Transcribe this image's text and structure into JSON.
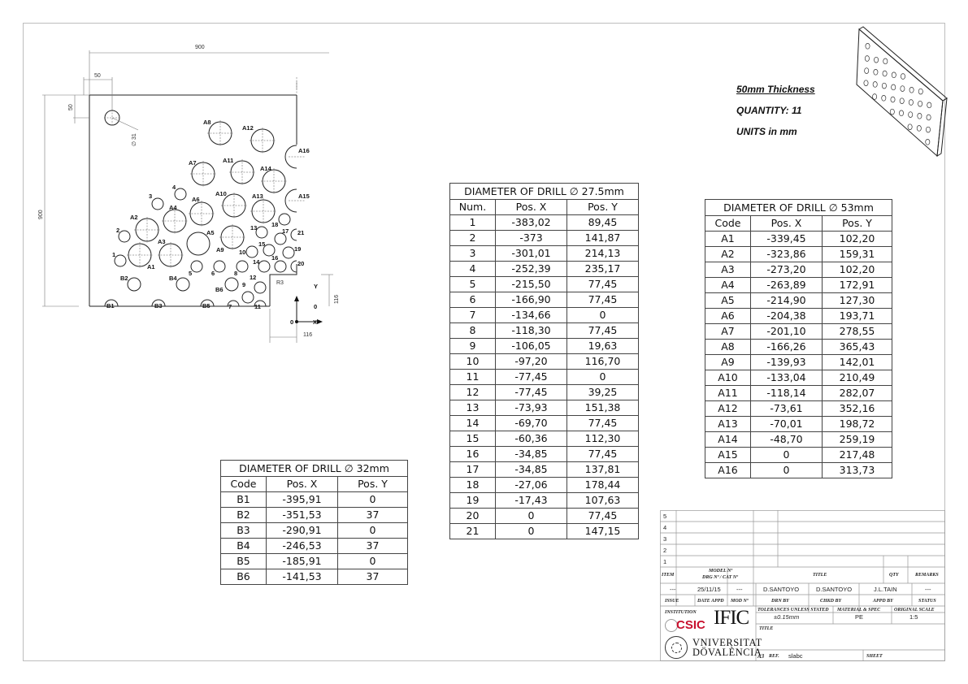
{
  "drawing": {
    "dims": {
      "width": "900",
      "height": "900",
      "offset_x": "50",
      "offset_y": "50",
      "hole_dia": "∅ 31",
      "radius": "R3",
      "origin_h": "116",
      "origin_w": "116"
    },
    "axes": {
      "y": "Y",
      "x": "X",
      "zero_y": "0",
      "zero_x": "0"
    },
    "labels": {
      "A1": "A1",
      "A2": "A2",
      "A3": "A3",
      "A4": "A4",
      "A5": "A5",
      "A6": "A6",
      "A7": "A7",
      "A8": "A8",
      "A9": "A9",
      "A10": "A10",
      "A11": "A11",
      "A12": "A12",
      "A13": "A13",
      "A14": "A14",
      "A15": "A15",
      "A16": "A16",
      "B1": "B1",
      "B2": "B2",
      "B3": "B3",
      "B4": "B4",
      "B5": "B5",
      "B6": "B6",
      "n1": "1",
      "n2": "2",
      "n3": "3",
      "n4": "4",
      "n5": "5",
      "n6": "6",
      "n7": "7",
      "n8": "8",
      "n9": "9",
      "n10": "10",
      "n11": "11",
      "n12": "12",
      "n13": "13",
      "n14": "14",
      "n15": "15",
      "n16": "16",
      "n17": "17",
      "n18": "18",
      "n19": "19",
      "n20": "20",
      "n21": "21"
    }
  },
  "notes": {
    "thickness": "50mm Thickness",
    "quantity": "QUANTITY: 11",
    "units": "UNITS in mm"
  },
  "table_small": {
    "title": "DIAMETER OF DRILL ∅ 27.5mm",
    "headers": [
      "Num.",
      "Pos. X",
      "Pos. Y"
    ],
    "rows": [
      [
        "1",
        "-383,02",
        "89,45"
      ],
      [
        "2",
        "-373",
        "141,87"
      ],
      [
        "3",
        "-301,01",
        "214,13"
      ],
      [
        "4",
        "-252,39",
        "235,17"
      ],
      [
        "5",
        "-215,50",
        "77,45"
      ],
      [
        "6",
        "-166,90",
        "77,45"
      ],
      [
        "7",
        "-134,66",
        "0"
      ],
      [
        "8",
        "-118,30",
        "77,45"
      ],
      [
        "9",
        "-106,05",
        "19,63"
      ],
      [
        "10",
        "-97,20",
        "116,70"
      ],
      [
        "11",
        "-77,45",
        "0"
      ],
      [
        "12",
        "-77,45",
        "39,25"
      ],
      [
        "13",
        "-73,93",
        "151,38"
      ],
      [
        "14",
        "-69,70",
        "77,45"
      ],
      [
        "15",
        "-60,36",
        "112,30"
      ],
      [
        "16",
        "-34,85",
        "77,45"
      ],
      [
        "17",
        "-34,85",
        "137,81"
      ],
      [
        "18",
        "-27,06",
        "178,44"
      ],
      [
        "19",
        "-17,43",
        "107,63"
      ],
      [
        "20",
        "0",
        "77,45"
      ],
      [
        "21",
        "0",
        "147,15"
      ]
    ]
  },
  "table_large": {
    "title": "DIAMETER OF DRILL ∅ 53mm",
    "headers": [
      "Code",
      "Pos. X",
      "Pos. Y"
    ],
    "rows": [
      [
        "A1",
        "-339,45",
        "102,20"
      ],
      [
        "A2",
        "-323,86",
        "159,31"
      ],
      [
        "A3",
        "-273,20",
        "102,20"
      ],
      [
        "A4",
        "-263,89",
        "172,91"
      ],
      [
        "A5",
        "-214,90",
        "127,30"
      ],
      [
        "A6",
        "-204,38",
        "193,71"
      ],
      [
        "A7",
        "-201,10",
        "278,55"
      ],
      [
        "A8",
        "-166,26",
        "365,43"
      ],
      [
        "A9",
        "-139,93",
        "142,01"
      ],
      [
        "A10",
        "-133,04",
        "210,49"
      ],
      [
        "A11",
        "-118,14",
        "282,07"
      ],
      [
        "A12",
        "-73,61",
        "352,16"
      ],
      [
        "A13",
        "-70,01",
        "198,72"
      ],
      [
        "A14",
        "-48,70",
        "259,19"
      ],
      [
        "A15",
        "0",
        "217,48"
      ],
      [
        "A16",
        "0",
        "313,73"
      ]
    ]
  },
  "table_b": {
    "title": "DIAMETER OF DRILL ∅ 32mm",
    "headers": [
      "Code",
      "Pos. X",
      "Pos. Y"
    ],
    "rows": [
      [
        "B1",
        "-395,91",
        "0"
      ],
      [
        "B2",
        "-351,53",
        "37"
      ],
      [
        "B3",
        "-290,91",
        "0"
      ],
      [
        "B4",
        "-246,53",
        "37"
      ],
      [
        "B5",
        "-185,91",
        "0"
      ],
      [
        "B6",
        "-141,53",
        "37"
      ]
    ]
  },
  "title_block": {
    "rev_rows": [
      "5",
      "4",
      "3",
      "2",
      "1"
    ],
    "item": "ITEM",
    "model": "MODEL Nº",
    "drg": "DRG Nº / CAT Nº",
    "title_h": "TITLE",
    "qty": "QTY",
    "remarks": "REMARKS",
    "v_issue": "---",
    "v_date": "25/11/15",
    "v_mod": "---",
    "v_drn": "D.SANTOYO",
    "v_chkd": "D.SANTOYO",
    "v_appd": "J.L.TAIN",
    "v_status": "---",
    "issue": "ISSUE",
    "date_appd": "DATE APPD",
    "mod": "MOD Nº",
    "drn_by": "DRN BY",
    "chkd_by": "CHKD BY",
    "appd_by": "APPD BY",
    "status": "STATUS",
    "institution": "INSTITUTION",
    "tolerances": "TOLERANCES UNLESS STATED",
    "tol_value": "±0.15mm",
    "material": "MATERIAL & SPEC",
    "material_value": "PE",
    "scale": "ORIGINAL SCALE",
    "scale_value": "1:5",
    "title2": "TITLE",
    "a3": "A3",
    "ref": "REF.",
    "ref_value": "slabc",
    "sheet": "SHEET",
    "csic": "CSIC",
    "ific": "IFIC",
    "uv1": "VNIVERSITAT",
    "uv2": "DÖVALÈNCIA"
  }
}
